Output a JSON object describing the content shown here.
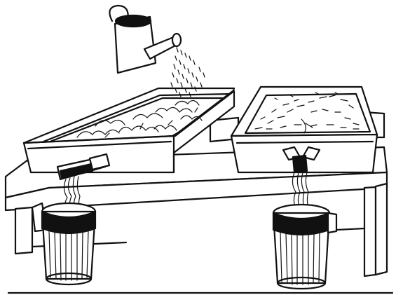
{
  "illustration": {
    "style": "black-and-white line drawing",
    "objects": [
      "watering-can",
      "left-tray",
      "right-tray",
      "table",
      "left-collection-can",
      "right-collection-can"
    ]
  }
}
